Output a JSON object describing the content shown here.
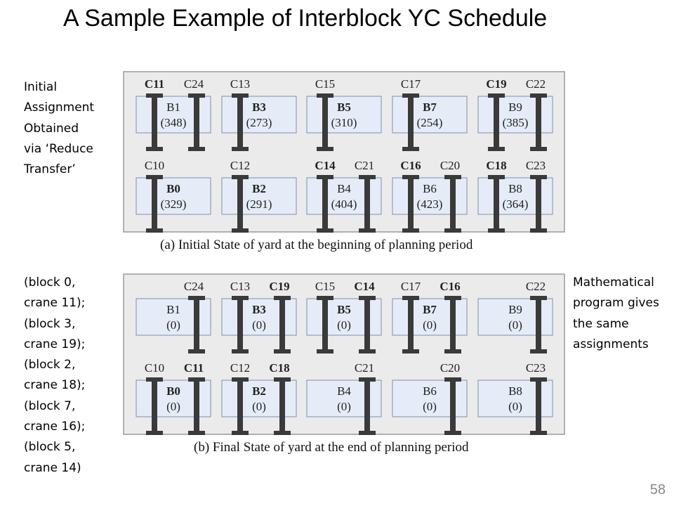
{
  "slide": {
    "title": "A Sample Example of Interblock YC Schedule",
    "left_note": [
      "Initial",
      "Assignment",
      "Obtained",
      "via ‘Reduce",
      "Transfer’"
    ],
    "changes": [
      "(block 0,",
      "crane 11);",
      "(block 3,",
      "crane 19);",
      "(block 2,",
      "crane 18);",
      "(block 7,",
      "crane 16);",
      "(block 5,",
      "crane 14)"
    ],
    "right_note": [
      "Mathematical",
      "program gives",
      "the same",
      "assignments"
    ],
    "slide_number": "58"
  },
  "colors": {
    "panel_bg": "#ebebeb",
    "panel_border": "#9a9a9a",
    "block_fill": "#e6ecf7",
    "block_border": "#7a8fb0",
    "crane_color": "#3a3a3a"
  },
  "panels": [
    {
      "caption": "(a) Initial State of  yard at the beginning of planning period",
      "rows": [
        [
          {
            "block": "B1",
            "bold": false,
            "workload": "(348)",
            "labels": [
              {
                "text": "C11",
                "bold": true,
                "slot": "L"
              },
              {
                "text": "C24",
                "bold": false,
                "slot": "R"
              }
            ],
            "cranes": [
              "L",
              "R"
            ]
          },
          {
            "block": "B3",
            "bold": true,
            "workload": "(273)",
            "labels": [
              {
                "text": "C13",
                "bold": false,
                "slot": "L"
              }
            ],
            "cranes": [
              "L"
            ]
          },
          {
            "block": "B5",
            "bold": true,
            "workload": "(310)",
            "labels": [
              {
                "text": "C15",
                "bold": false,
                "slot": "L"
              }
            ],
            "cranes": [
              "L"
            ]
          },
          {
            "block": "B7",
            "bold": true,
            "workload": "(254)",
            "labels": [
              {
                "text": "C17",
                "bold": false,
                "slot": "L"
              }
            ],
            "cranes": [
              "L"
            ]
          },
          {
            "block": "B9",
            "bold": false,
            "workload": "(385)",
            "labels": [
              {
                "text": "C19",
                "bold": true,
                "slot": "L"
              },
              {
                "text": "C22",
                "bold": false,
                "slot": "R"
              }
            ],
            "cranes": [
              "L",
              "R"
            ]
          }
        ],
        [
          {
            "block": "B0",
            "bold": true,
            "workload": "(329)",
            "labels": [
              {
                "text": "C10",
                "bold": false,
                "slot": "L"
              }
            ],
            "cranes": [
              "L"
            ]
          },
          {
            "block": "B2",
            "bold": true,
            "workload": "(291)",
            "labels": [
              {
                "text": "C12",
                "bold": false,
                "slot": "L"
              }
            ],
            "cranes": [
              "L"
            ]
          },
          {
            "block": "B4",
            "bold": false,
            "workload": "(404)",
            "labels": [
              {
                "text": "C14",
                "bold": true,
                "slot": "L"
              },
              {
                "text": "C21",
                "bold": false,
                "slot": "R"
              }
            ],
            "cranes": [
              "L",
              "R"
            ]
          },
          {
            "block": "B6",
            "bold": false,
            "workload": "(423)",
            "labels": [
              {
                "text": "C16",
                "bold": true,
                "slot": "L"
              },
              {
                "text": "C20",
                "bold": false,
                "slot": "R"
              }
            ],
            "cranes": [
              "L",
              "R"
            ]
          },
          {
            "block": "B8",
            "bold": false,
            "workload": "(364)",
            "labels": [
              {
                "text": "C18",
                "bold": true,
                "slot": "L"
              },
              {
                "text": "C23",
                "bold": false,
                "slot": "R"
              }
            ],
            "cranes": [
              "L",
              "R"
            ]
          }
        ]
      ]
    },
    {
      "caption": "(b) Final State of yard at the end of planning period",
      "rows": [
        [
          {
            "block": "B1",
            "bold": false,
            "workload": "(0)",
            "labels": [
              {
                "text": "C24",
                "bold": false,
                "slot": "R"
              }
            ],
            "cranes": [
              "R"
            ]
          },
          {
            "block": "B3",
            "bold": true,
            "workload": "(0)",
            "labels": [
              {
                "text": "C13",
                "bold": false,
                "slot": "L"
              },
              {
                "text": "C19",
                "bold": true,
                "slot": "R"
              }
            ],
            "cranes": [
              "L",
              "R"
            ]
          },
          {
            "block": "B5",
            "bold": true,
            "workload": "(0)",
            "labels": [
              {
                "text": "C15",
                "bold": false,
                "slot": "L"
              },
              {
                "text": "C14",
                "bold": true,
                "slot": "R"
              }
            ],
            "cranes": [
              "L",
              "R"
            ]
          },
          {
            "block": "B7",
            "bold": true,
            "workload": "(0)",
            "labels": [
              {
                "text": "C17",
                "bold": false,
                "slot": "L"
              },
              {
                "text": "C16",
                "bold": true,
                "slot": "R"
              }
            ],
            "cranes": [
              "L",
              "R"
            ]
          },
          {
            "block": "B9",
            "bold": false,
            "workload": "(0)",
            "labels": [
              {
                "text": "C22",
                "bold": false,
                "slot": "R"
              }
            ],
            "cranes": [
              "R"
            ]
          }
        ],
        [
          {
            "block": "B0",
            "bold": true,
            "workload": "(0)",
            "labels": [
              {
                "text": "C10",
                "bold": false,
                "slot": "L"
              },
              {
                "text": "C11",
                "bold": true,
                "slot": "R"
              }
            ],
            "cranes": [
              "L",
              "R"
            ]
          },
          {
            "block": "B2",
            "bold": true,
            "workload": "(0)",
            "labels": [
              {
                "text": "C12",
                "bold": false,
                "slot": "L"
              },
              {
                "text": "C18",
                "bold": true,
                "slot": "R"
              }
            ],
            "cranes": [
              "L",
              "R"
            ]
          },
          {
            "block": "B4",
            "bold": false,
            "workload": "(0)",
            "labels": [
              {
                "text": "C21",
                "bold": false,
                "slot": "R"
              }
            ],
            "cranes": [
              "R"
            ]
          },
          {
            "block": "B6",
            "bold": false,
            "workload": "(0)",
            "labels": [
              {
                "text": "C20",
                "bold": false,
                "slot": "R"
              }
            ],
            "cranes": [
              "R"
            ]
          },
          {
            "block": "B8",
            "bold": false,
            "workload": "(0)",
            "labels": [
              {
                "text": "C23",
                "bold": false,
                "slot": "R"
              }
            ],
            "cranes": [
              "R"
            ]
          }
        ]
      ]
    }
  ]
}
